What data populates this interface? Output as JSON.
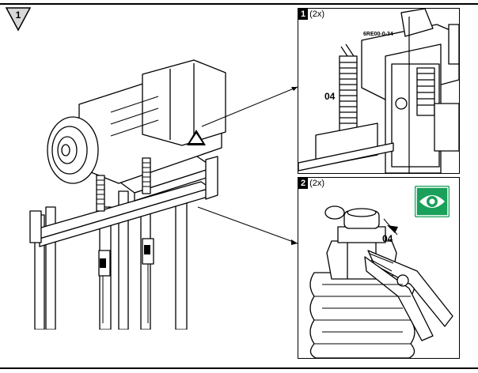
{
  "header": {
    "step_number": "1"
  },
  "callouts": [
    {
      "index": "1",
      "quantity": "(2x)",
      "part_label": "04",
      "part_code": "6RE00-0-34"
    },
    {
      "index": "2",
      "quantity": "(2x)",
      "part_label": "04"
    }
  ],
  "icons": {
    "step_marker": "warning-triangle-icon",
    "inspect_badge": "eye-icon",
    "hazard": "electrical-hazard-icon"
  },
  "colors": {
    "inspect_badge": "#1aa05a"
  }
}
